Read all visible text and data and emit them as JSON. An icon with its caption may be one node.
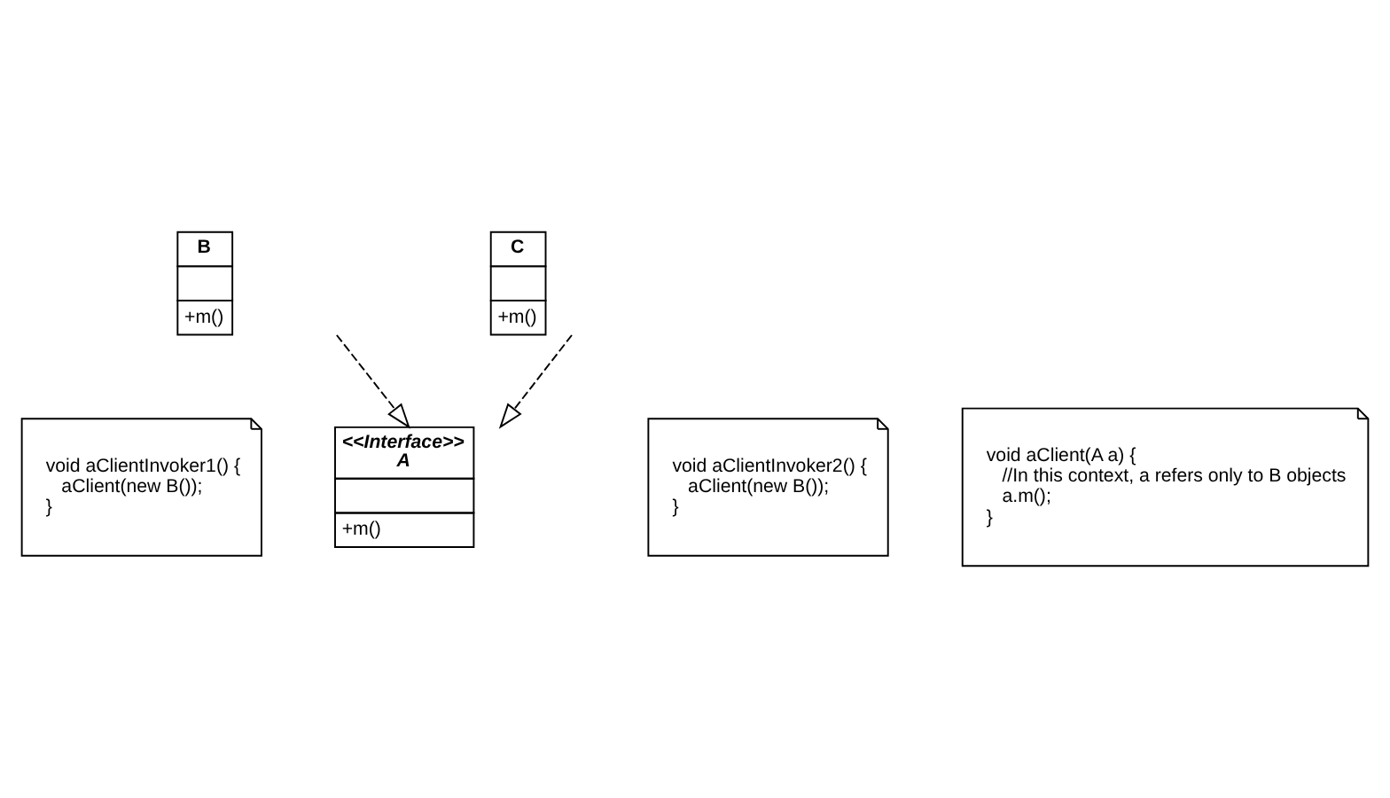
{
  "diagram": {
    "nodes": [
      {
        "text": [
          "<<Interface>>",
          "A",
          "+m()"
        ]
      },
      {
        "text": [
          "B",
          "+m()"
        ]
      },
      {
        "text": [
          "C",
          "+m()"
        ]
      },
      {
        "text": [
          "void aClient(A a) {",
          "//In this context, a refers only to B objects",
          "a.m();",
          "}"
        ]
      },
      {
        "text": [
          "void aClientInvoker1() {",
          "aClient(new B());",
          "}"
        ]
      },
      {
        "text": [
          "void aClientInvoker2() {",
          "aClient(new B());",
          "}"
        ]
      }
    ],
    "edges": [
      {
        "from": 1,
        "to": 0,
        "arrow": "to",
        "style": "dashed"
      },
      {
        "from": 2,
        "to": 0,
        "arrow": "to",
        "style": "dashed"
      }
    ]
  }
}
